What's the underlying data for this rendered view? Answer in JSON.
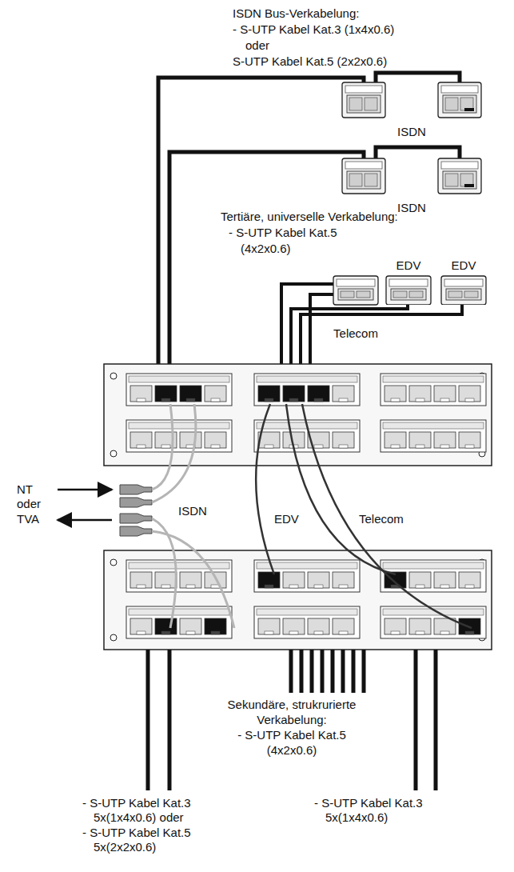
{
  "diagram": {
    "nodes": [
      {
        "text": [
          "ISDN"
        ]
      },
      {
        "text": [
          "ISDN"
        ]
      },
      {
        "text": [
          "Telecom"
        ]
      },
      {
        "text": [
          "EDV"
        ]
      },
      {
        "text": [
          "EDV"
        ]
      }
    ],
    "labels": [
      "ISDN Bus-Verkabelung:",
      "- S-UTP Kabel Kat.3 (1x4x0.6)",
      "oder",
      "S-UTP Kabel Kat.5 (2x2x0.6)",
      "Tertiäre, universelle Verkabelung:",
      "- S-UTP Kabel Kat.5",
      "(4x2x0.6)",
      "NT",
      "oder",
      "TVA",
      "ISDN",
      "EDV",
      "Telecom",
      "Sekundäre, strukrurierte",
      "Verkabelung:",
      "- S-UTP Kabel Kat.5",
      "(4x2x0.6)",
      "- S-UTP Kabel Kat.3",
      "5x(1x4x0.6) oder",
      "- S-UTP Kabel Kat.5",
      "5x(2x2x0.6)",
      "- S-UTP Kabel Kat.3",
      "5x(1x4x0.6)"
    ]
  }
}
